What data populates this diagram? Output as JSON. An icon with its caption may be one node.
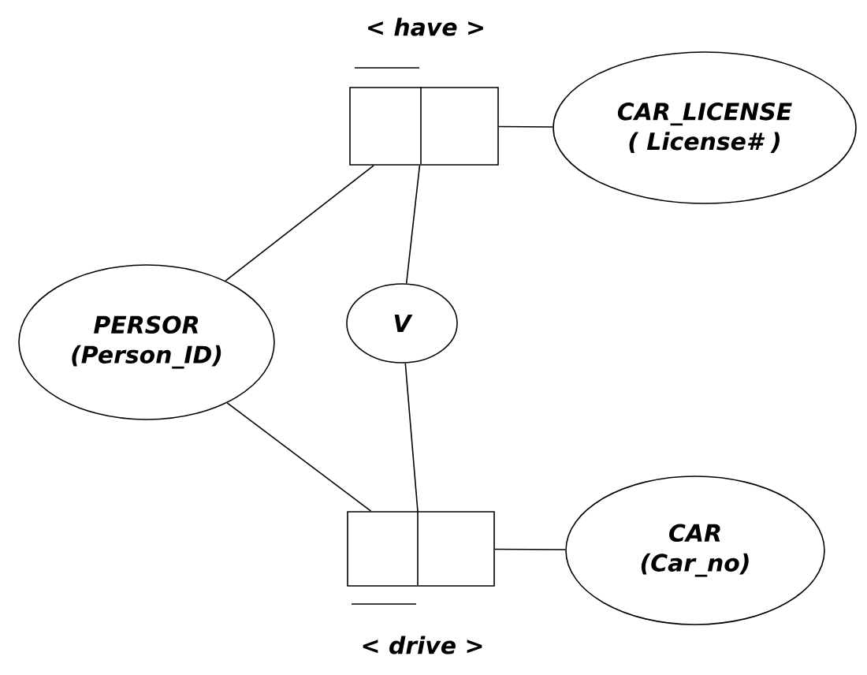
{
  "diagram": {
    "nodes": [
      {
        "text": [
          "PERSOR",
          "(Person_ID)"
        ]
      },
      {
        "text": [
          "< have >"
        ]
      },
      {
        "text": [
          "CAR_LICENSE",
          "( License# )"
        ]
      },
      {
        "text": [
          "V"
        ]
      },
      {
        "text": [
          "< drive >"
        ]
      },
      {
        "text": [
          "CAR",
          "(Car_no)"
        ]
      }
    ],
    "edges": [
      {
        "from": 0,
        "to": 1,
        "arrow": "none"
      },
      {
        "from": 1,
        "to": 2,
        "arrow": "none"
      },
      {
        "from": 1,
        "to": 3,
        "arrow": "none"
      },
      {
        "from": 3,
        "to": 4,
        "arrow": "none"
      },
      {
        "from": 0,
        "to": 4,
        "arrow": "none"
      },
      {
        "from": 4,
        "to": 5,
        "arrow": "none"
      }
    ]
  }
}
